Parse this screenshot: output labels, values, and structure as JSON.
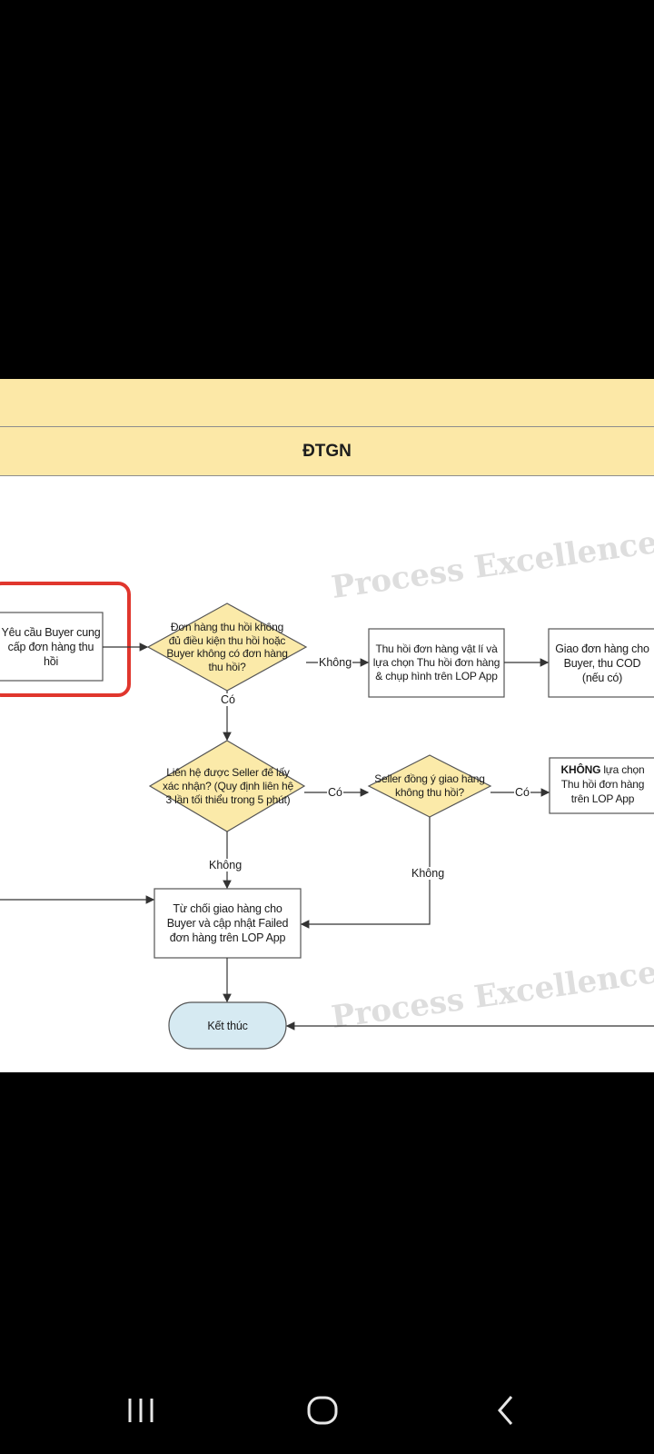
{
  "diagram": {
    "swimlane_title": "ĐTGN",
    "watermark": "Process Excellence",
    "nodes": {
      "request_buyer": "Yêu cầu Buyer cung cấp đơn hàng thu hồi",
      "decision_eligible": "Đơn hàng thu hồi không đủ điều kiện thu hồi hoặc Buyer không có đơn hàng thu hồi?",
      "recover_physical": "Thu hồi đơn hàng vật lí và lựa chọn Thu hồi đơn hàng & chụp hình trên LOP App",
      "deliver_buyer": "Giao đơn hàng cho Buyer, thu COD (nếu có)",
      "decision_contact_seller": "Liên hệ được Seller để lấy xác nhận? (Quy định liên hệ 3 lần tối thiểu trong 5 phút)",
      "decision_seller_agree": "Seller đồng ý giao hàng không thu hồi?",
      "no_select_strong": "KHÔNG",
      "no_select_rest": " lựa chọn Thu hồi đơn hàng trên LOP App",
      "reject_delivery": "Từ chối giao hàng cho Buyer và cập nhật Failed đơn hàng trên LOP App",
      "end": "Kết thúc"
    },
    "edge_labels": {
      "no": "Không",
      "yes": "Có"
    }
  },
  "nav": {
    "recents": "recent-apps",
    "home": "home",
    "back": "back"
  }
}
